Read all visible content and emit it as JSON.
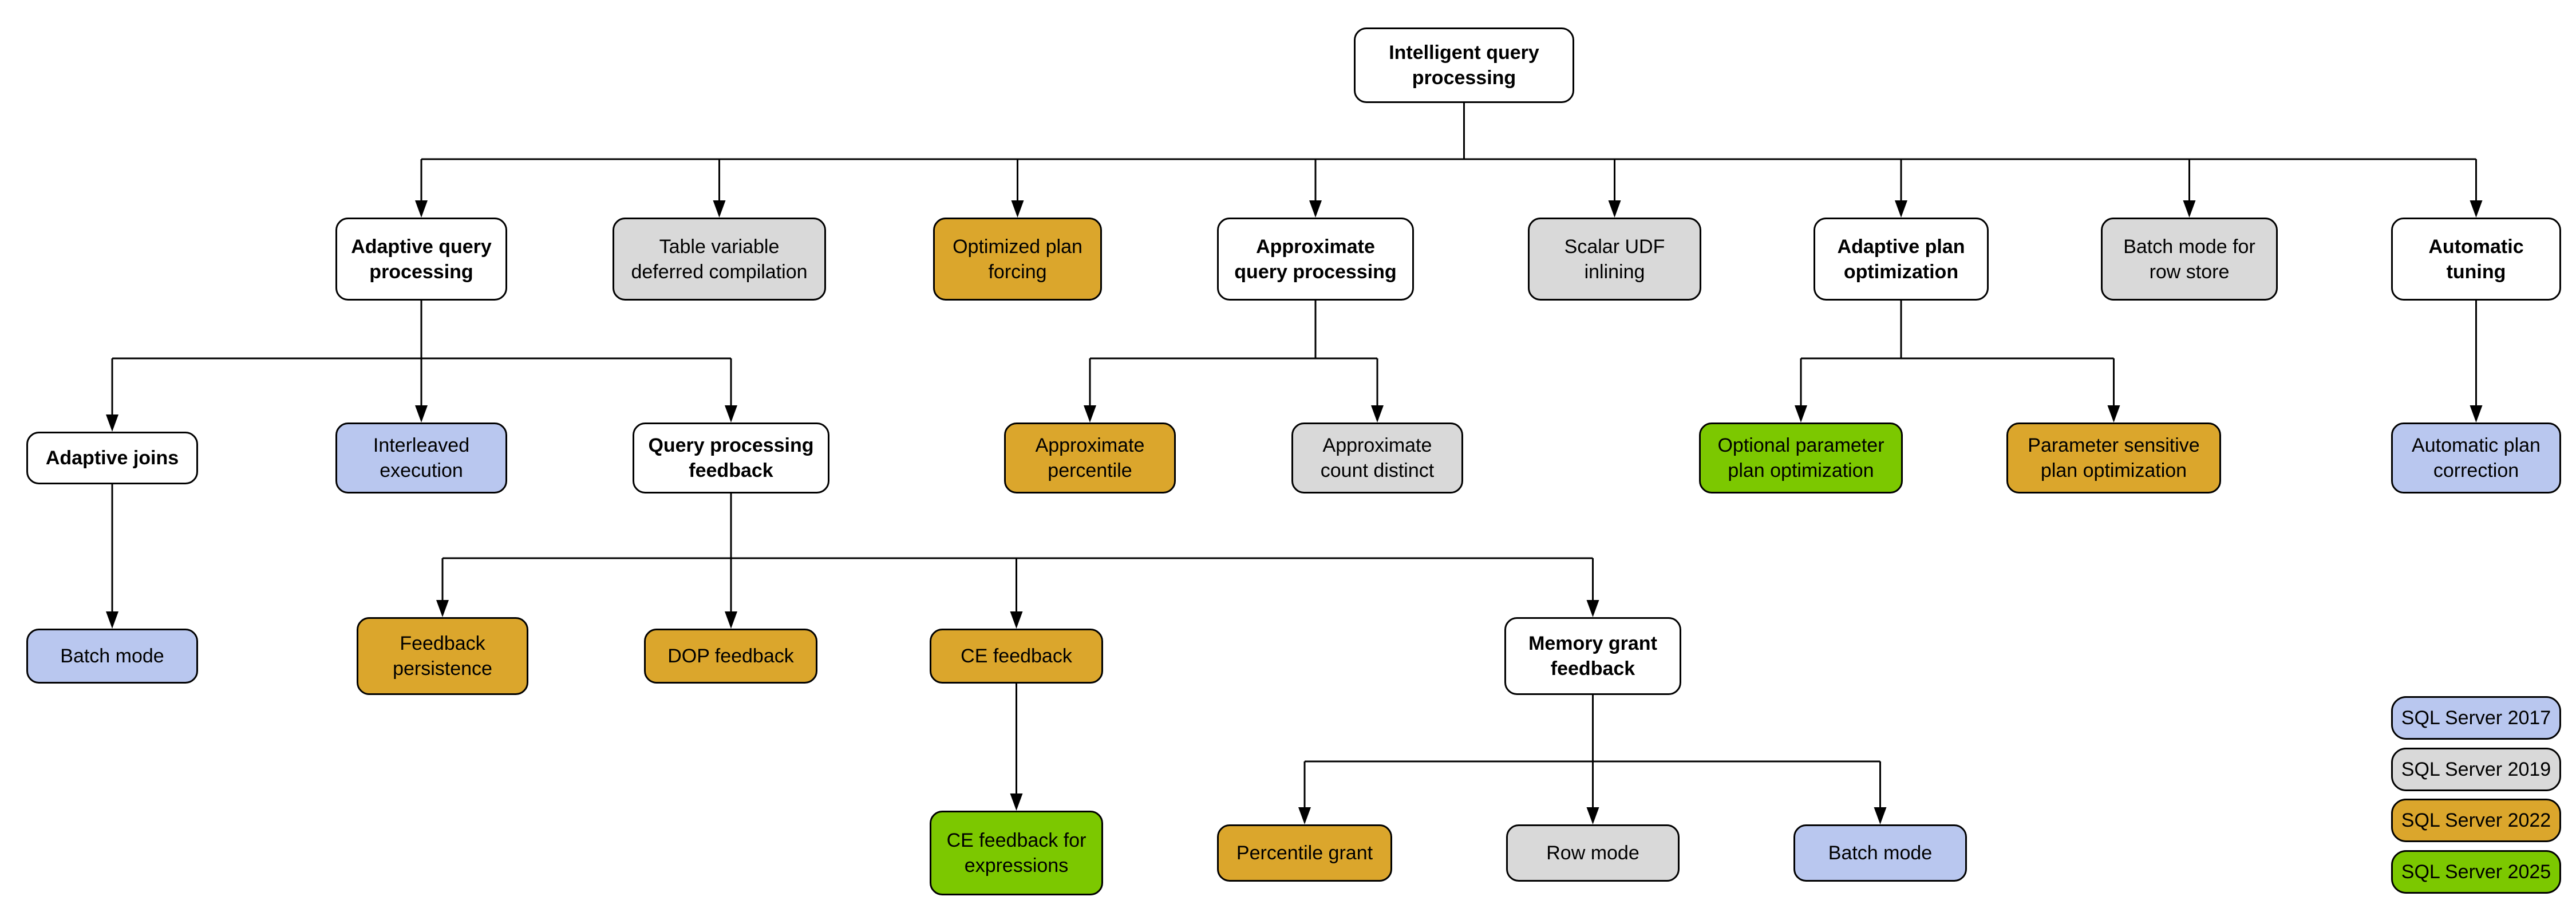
{
  "diagram_title": "Intelligent query processing",
  "colors": {
    "category": "#FFFFFF",
    "2017": "#B9C7EF",
    "2019": "#D9D9D9",
    "2022": "#DBA62C",
    "2025": "#7CC800"
  },
  "nodes": {
    "root": {
      "label": "Intelligent query\nprocessing",
      "version": "category"
    },
    "aqp": {
      "label": "Adaptive query\nprocessing",
      "version": "category"
    },
    "tvdc": {
      "label": "Table variable\ndeferred compilation",
      "version": "2019"
    },
    "opf": {
      "label": "Optimized plan\nforcing",
      "version": "2022"
    },
    "aqproc": {
      "label": "Approximate\nquery processing",
      "version": "category"
    },
    "scalar_udf": {
      "label": "Scalar UDF\ninlining",
      "version": "2019"
    },
    "apo": {
      "label": "Adaptive plan\noptimization",
      "version": "category"
    },
    "bmrs": {
      "label": "Batch mode for\nrow store",
      "version": "2019"
    },
    "autotune": {
      "label": "Automatic\ntuning",
      "version": "category"
    },
    "adaptive_joins": {
      "label": "Adaptive joins",
      "version": "category"
    },
    "interleaved": {
      "label": "Interleaved\nexecution",
      "version": "2017"
    },
    "qpf": {
      "label": "Query processing\nfeedback",
      "version": "category"
    },
    "approx_pct": {
      "label": "Approximate\npercentile",
      "version": "2022"
    },
    "approx_cd": {
      "label": "Approximate\ncount distinct",
      "version": "2019"
    },
    "oppo": {
      "label": "Optional parameter\nplan optimization",
      "version": "2025"
    },
    "pspo": {
      "label": "Parameter sensitive\nplan optimization",
      "version": "2022"
    },
    "apc": {
      "label": "Automatic plan\ncorrection",
      "version": "2017"
    },
    "batch_aj": {
      "label": "Batch mode",
      "version": "2017"
    },
    "fb_persist": {
      "label": "Feedback\npersistence",
      "version": "2022"
    },
    "dop_fb": {
      "label": "DOP feedback",
      "version": "2022"
    },
    "ce_fb": {
      "label": "CE feedback",
      "version": "2022"
    },
    "mg_fb": {
      "label": "Memory grant\nfeedback",
      "version": "category"
    },
    "ce_fb_expr": {
      "label": "CE feedback for\nexpressions",
      "version": "2025"
    },
    "pct_grant": {
      "label": "Percentile grant",
      "version": "2022"
    },
    "row_mode": {
      "label": "Row mode",
      "version": "2019"
    },
    "batch_mgf": {
      "label": "Batch mode",
      "version": "2017"
    }
  },
  "legend": {
    "items": [
      {
        "label": "SQL Server 2017",
        "version": "2017"
      },
      {
        "label": "SQL Server 2019",
        "version": "2019"
      },
      {
        "label": "SQL Server 2022",
        "version": "2022"
      },
      {
        "label": "SQL Server 2025",
        "version": "2025"
      }
    ]
  }
}
